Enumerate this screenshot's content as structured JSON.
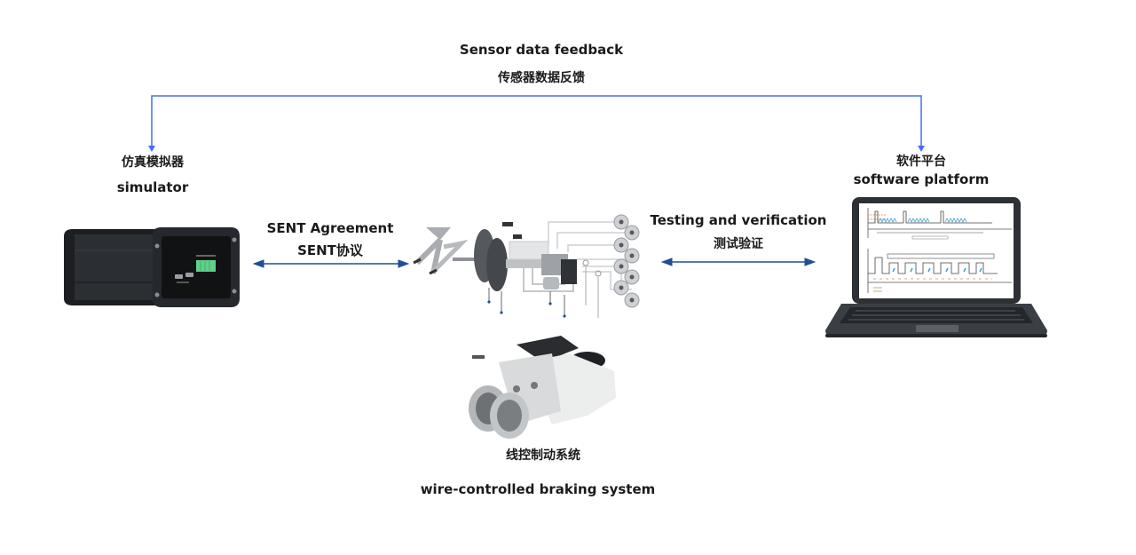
{
  "feedback": {
    "title_en": "Sensor data feedback",
    "title_cn": "传感器数据反馈",
    "line_color": "#4a6cf7"
  },
  "simulator": {
    "label_cn": "仿真模拟器",
    "label_en": "simulator",
    "icon": "simulator-box-device"
  },
  "sent_link": {
    "label_en": "SENT Agreement",
    "label_cn": "SENT协议",
    "arrow_color": "#1f4e96"
  },
  "braking": {
    "label_cn": "线控制动系统",
    "label_en": "wire-controlled braking system",
    "schematic_icon": "brake-system-schematic",
    "unit_icon": "brake-unit-photo"
  },
  "test_link": {
    "label_en": "Testing and verification",
    "label_cn": "测试验证",
    "arrow_color": "#1f4e96"
  },
  "software": {
    "label_cn": "软件平台",
    "label_en": "software platform",
    "icon": "laptop-with-waveforms"
  }
}
